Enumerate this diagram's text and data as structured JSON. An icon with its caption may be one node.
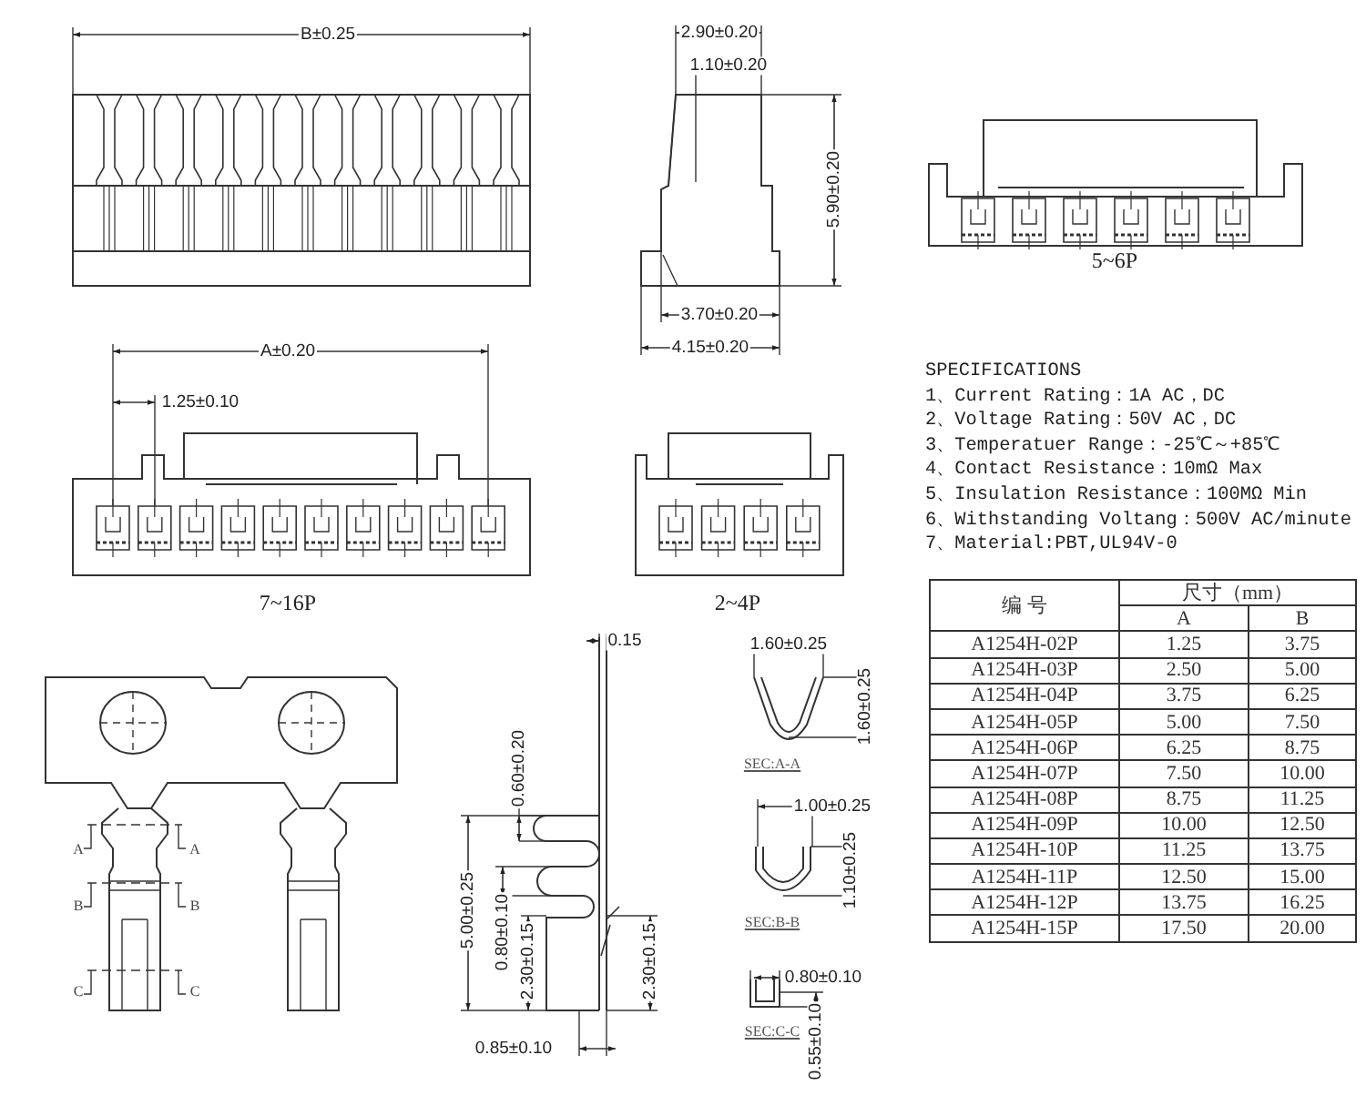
{
  "diagram": {
    "labels": [
      "B±0.25",
      "2.90±0.20",
      "1.10±0.20",
      "5.90±0.20",
      "5~6P",
      "3.70±0.20",
      "A±0.20",
      "4.15±0.20",
      "1.25±0.10",
      "SPECIFICATIONS",
      "1、Current Rating：1A AC，DC",
      "2、Voltage Rating：50V AC，DC",
      "3、Temperatuer Range：-25℃～+85℃",
      "4、Contact Resistance：10mΩ Max",
      "5、Insulation Resistance：100MΩ Min",
      "6、Withstanding Voltang：500V AC/minute",
      "7、Material:PBT,UL94V-0",
      "7~16P",
      "2~4P",
      "编 号",
      "尺寸（mm）",
      "A",
      "B",
      "A1254H-02P",
      "1.25",
      "3.75",
      "A1254H-03P",
      "2.50",
      "5.00",
      "A1254H-04P",
      "3.75",
      "6.25",
      "A1254H-05P",
      "5.00",
      "7.50",
      "A1254H-06P",
      "6.25",
      "8.75",
      "A1254H-07P",
      "7.50",
      "10.00",
      "A1254H-08P",
      "8.75",
      "11.25",
      "A1254H-09P",
      "10.00",
      "12.50",
      "A1254H-10P",
      "11.25",
      "13.75",
      "A1254H-11P",
      "12.50",
      "15.00",
      "A1254H-12P",
      "13.75",
      "16.25",
      "A1254H-15P",
      "17.50",
      "20.00",
      "0.15",
      "1.60±0.25",
      "1.60±0.25",
      "0.60±0.20",
      "SEC:A-A",
      "1.00±0.25",
      "A",
      "A",
      "1.10±0.25",
      "B",
      "B",
      "5.00±0.25",
      "0.80±0.10",
      "SEC:B-B",
      "2.30±0.15",
      "2.30±0.15",
      "0.80±0.10",
      "C",
      "C",
      "SEC:C-C",
      "0.85±0.10",
      "0.55±0.10"
    ]
  }
}
